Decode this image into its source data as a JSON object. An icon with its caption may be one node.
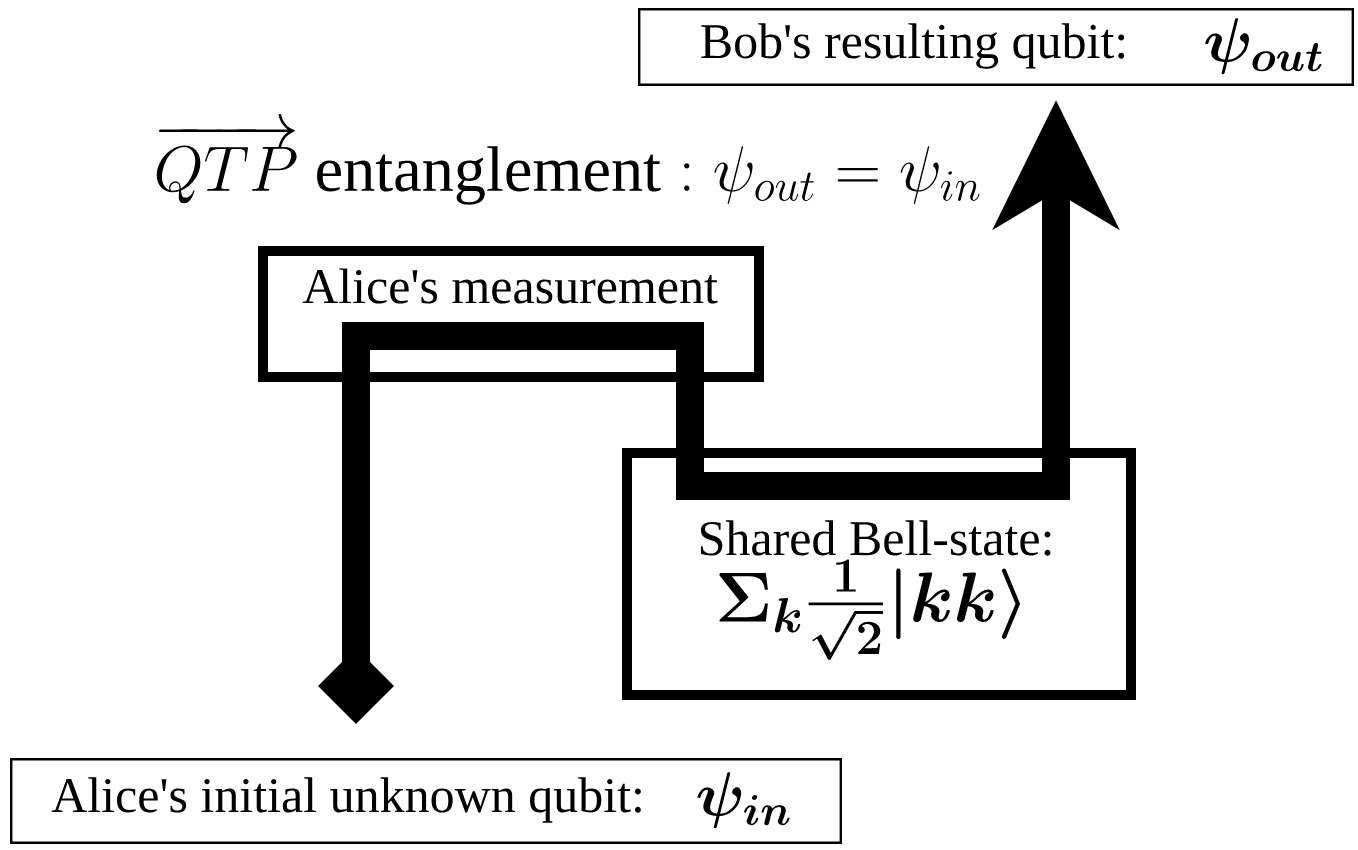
{
  "diagram": {
    "nodes": [
      {
        "text": [
          "Bob's resulting qubit:",
          "\\psi_{out}"
        ]
      },
      {
        "text": [
          "Alice's measurement"
        ]
      },
      {
        "text": [
          "Shared Bell-state:",
          "\\Sigma_k \\frac{1}{\\sqrt{2}}|kk\\rangle"
        ]
      },
      {
        "text": [
          "Alice's initial unknown qubit:",
          "\\psi_{in}"
        ]
      }
    ],
    "edges": [
      {
        "from": 3,
        "to": 1,
        "arrow": "other"
      },
      {
        "from": 1,
        "to": 2,
        "arrow": "none"
      },
      {
        "from": 2,
        "to": 0,
        "arrow": "to"
      }
    ],
    "labels": [
      "\\overrightarrow{QTP}\\mbox{ entanglement} : \\psi_{out} = \\psi_{in}"
    ]
  }
}
